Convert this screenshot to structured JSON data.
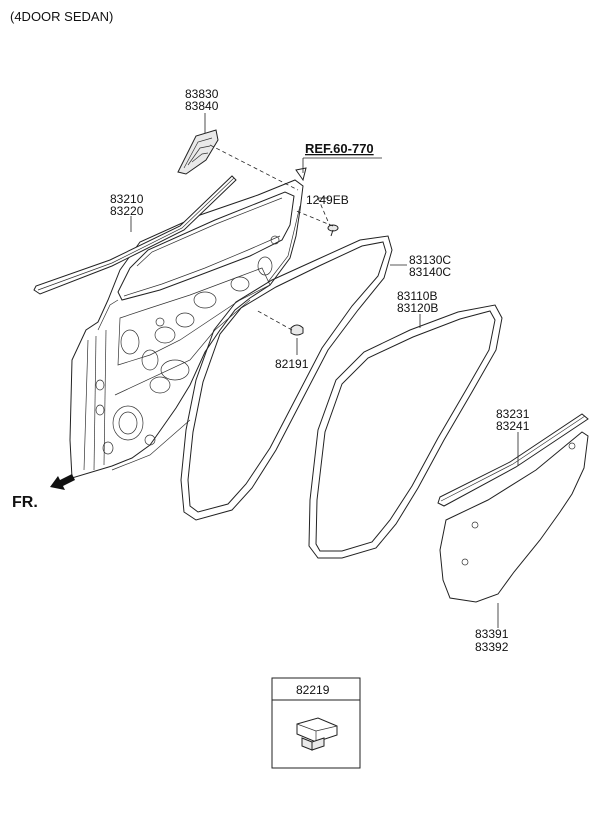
{
  "header": {
    "variant": "(4DOOR SEDAN)"
  },
  "reference": {
    "label": "REF.60-770"
  },
  "direction": {
    "label": "FR."
  },
  "parts": {
    "window_cover": [
      "83830",
      "83840"
    ],
    "belt_weatherstrip_outer": [
      "83210",
      "83220"
    ],
    "screw": [
      "1249EB"
    ],
    "door_side_weatherstrip": [
      "83130C",
      "83140C"
    ],
    "body_side_weatherstrip": [
      "83110B",
      "83120B"
    ],
    "plug": [
      "82191"
    ],
    "belt_weatherstrip_inner": [
      "83231",
      "83241"
    ],
    "waterproof_sheet": [
      "83391",
      "83392"
    ],
    "clip": [
      "82219"
    ]
  }
}
